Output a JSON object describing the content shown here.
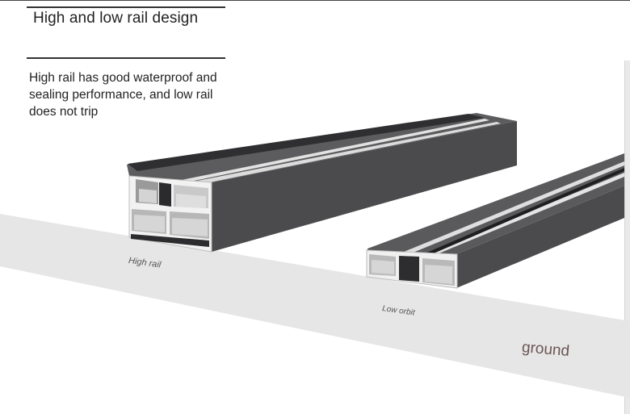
{
  "header": {
    "title": "High and low rail design",
    "description": "High rail has good waterproof and sealing performance, and low rail does not trip"
  },
  "labels": {
    "high_rail": "High rail",
    "low_rail": "Low orbit",
    "ground": "ground"
  },
  "colors": {
    "rail_dark": "#4a4a4c",
    "rail_top": "#5a5a5c",
    "rail_highlight": "#e8e8e8",
    "ground": "#e6e6e6",
    "ground_text": "#6b5553"
  }
}
